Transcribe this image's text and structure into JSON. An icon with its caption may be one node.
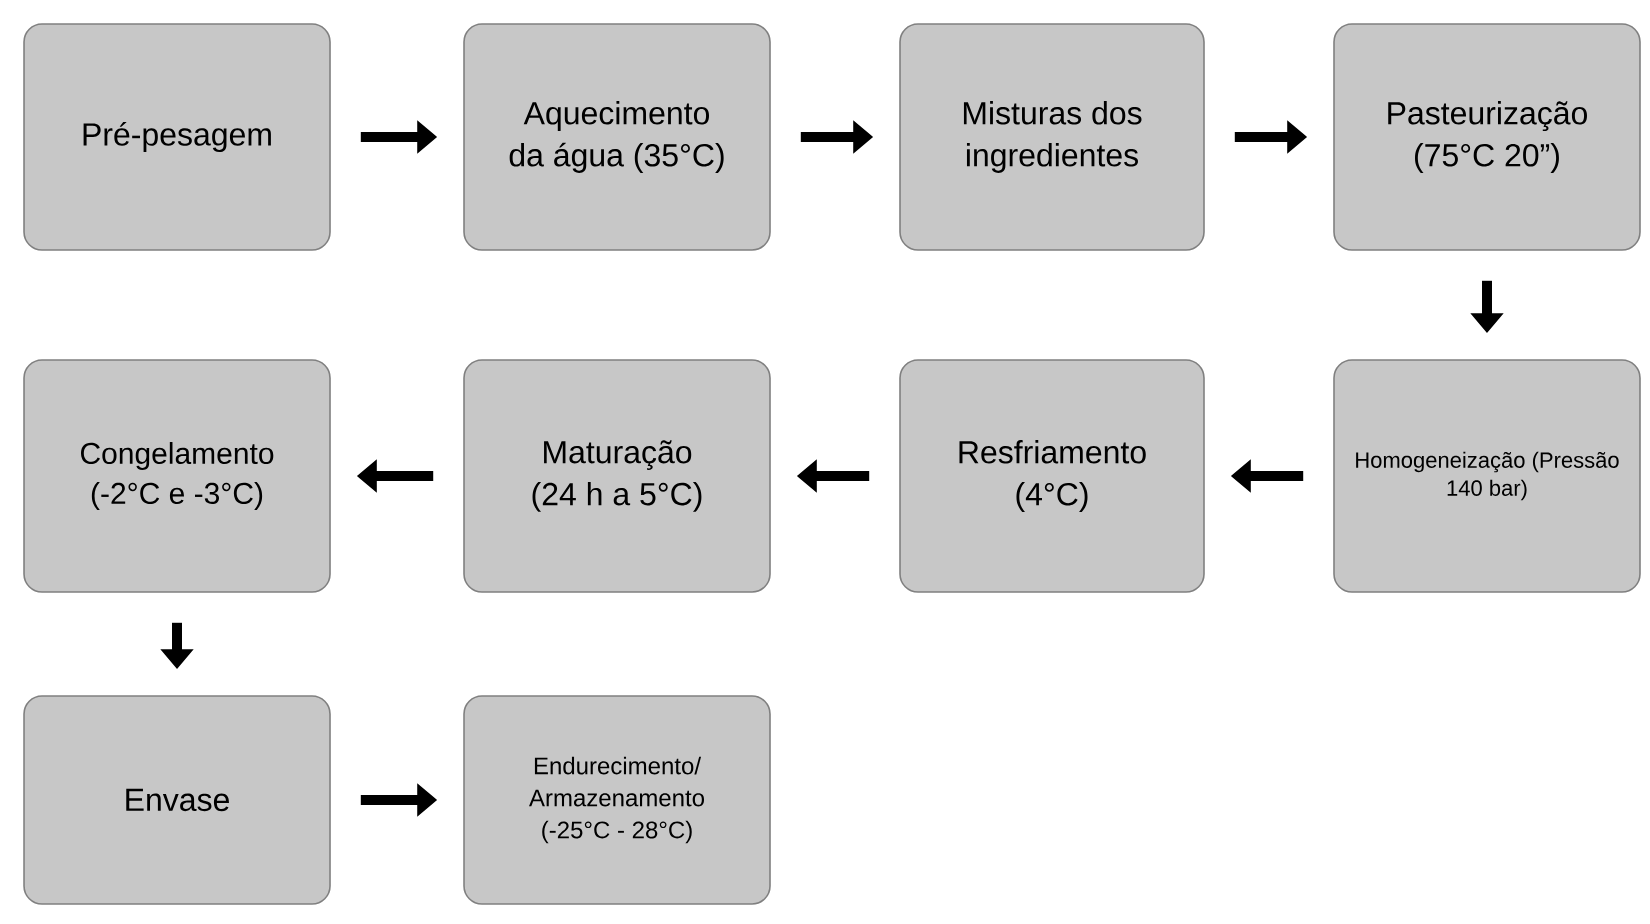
{
  "diagram": {
    "nodes": [
      {
        "text": [
          "Pré-pesagem"
        ]
      },
      {
        "text": [
          "Aquecimento da água (35°C)"
        ]
      },
      {
        "text": [
          "Misturas dos ingredientes"
        ]
      },
      {
        "text": [
          "Pasteurização (75°C 20”)"
        ]
      },
      {
        "text": [
          "Homogeneização (Pressão 140 bar)"
        ]
      },
      {
        "text": [
          "Resfriamento (4°C)"
        ]
      },
      {
        "text": [
          "Maturação (24 h a 5°C)"
        ]
      },
      {
        "text": [
          "Congelamento (-2°C e -3°C)"
        ]
      },
      {
        "text": [
          "Envase"
        ]
      },
      {
        "text": [
          "Endurecimento/ Armazenamento (-25°C - 28°C)"
        ]
      }
    ],
    "edges": [
      {
        "from": 0,
        "to": 1,
        "arrow": "to"
      },
      {
        "from": 1,
        "to": 2,
        "arrow": "to"
      },
      {
        "from": 2,
        "to": 3,
        "arrow": "to"
      },
      {
        "from": 3,
        "to": 4,
        "arrow": "to"
      },
      {
        "from": 4,
        "to": 5,
        "arrow": "to"
      },
      {
        "from": 5,
        "to": 6,
        "arrow": "to"
      },
      {
        "from": 6,
        "to": 7,
        "arrow": "to"
      },
      {
        "from": 7,
        "to": 8,
        "arrow": "to"
      },
      {
        "from": 8,
        "to": 9,
        "arrow": "to"
      }
    ]
  }
}
